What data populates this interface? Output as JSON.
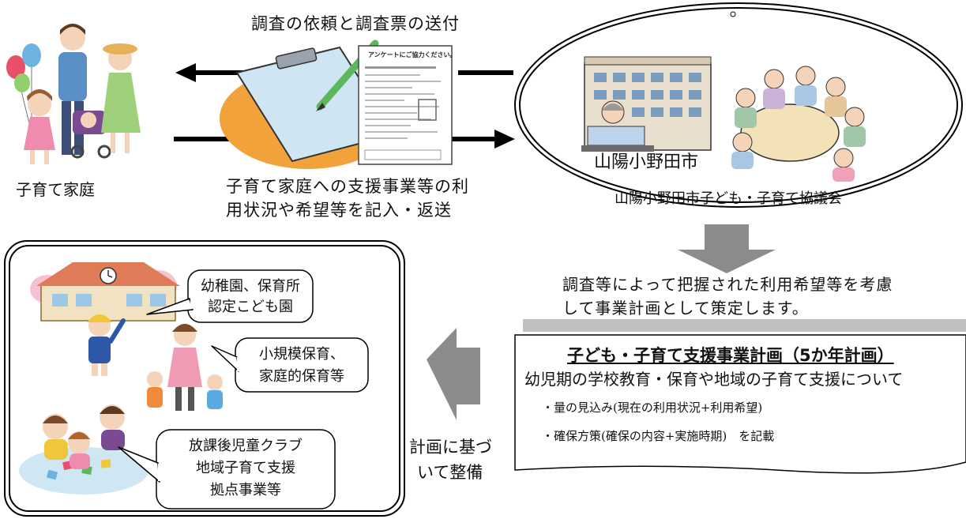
{
  "top": {
    "send_label": "調査の依頼と調査票の送付",
    "family_label": "子育て家庭",
    "return_label_line1": "子育て家庭への支援事業等の利",
    "return_label_line2": "用状況や希望等を記入・返送",
    "survey_sheet_title": "アンケートにご協力ください。"
  },
  "city": {
    "name": "山陽小野田市",
    "council": "山陽小野田市子ども・子育て協議会"
  },
  "planning": {
    "line1": "調査等によって把握された利用希望等を考慮",
    "line2": "して事業計画として策定します。"
  },
  "plan_box": {
    "title": "子ども・子育て支援事業計画（5か年計画）",
    "subtitle": "幼児期の学校教育・保育や地域の子育て支援について",
    "item1": "・量の見込み(現在の利用状況+利用希望)",
    "item2": "・確保方策(確保の内容+実施時期)　を記載"
  },
  "develop": {
    "line1": "計画に基づ",
    "line2": "いて整備"
  },
  "facilities": {
    "bubble1_line1": "幼稚園、保育所",
    "bubble1_line2": "認定こども園",
    "bubble2_line1": "小規模保育、",
    "bubble2_line2": "家庭的保育等",
    "bubble3_line1": "放課後児童クラブ",
    "bubble3_line2": "地域子育て支援",
    "bubble3_line3": "拠点事業等"
  },
  "colors": {
    "gray_arrow": "#8c8c8c",
    "plan_bar": "#c0c0c0",
    "board_orange": "#f2a23a",
    "clipboard_blue": "#cfe6f2"
  }
}
